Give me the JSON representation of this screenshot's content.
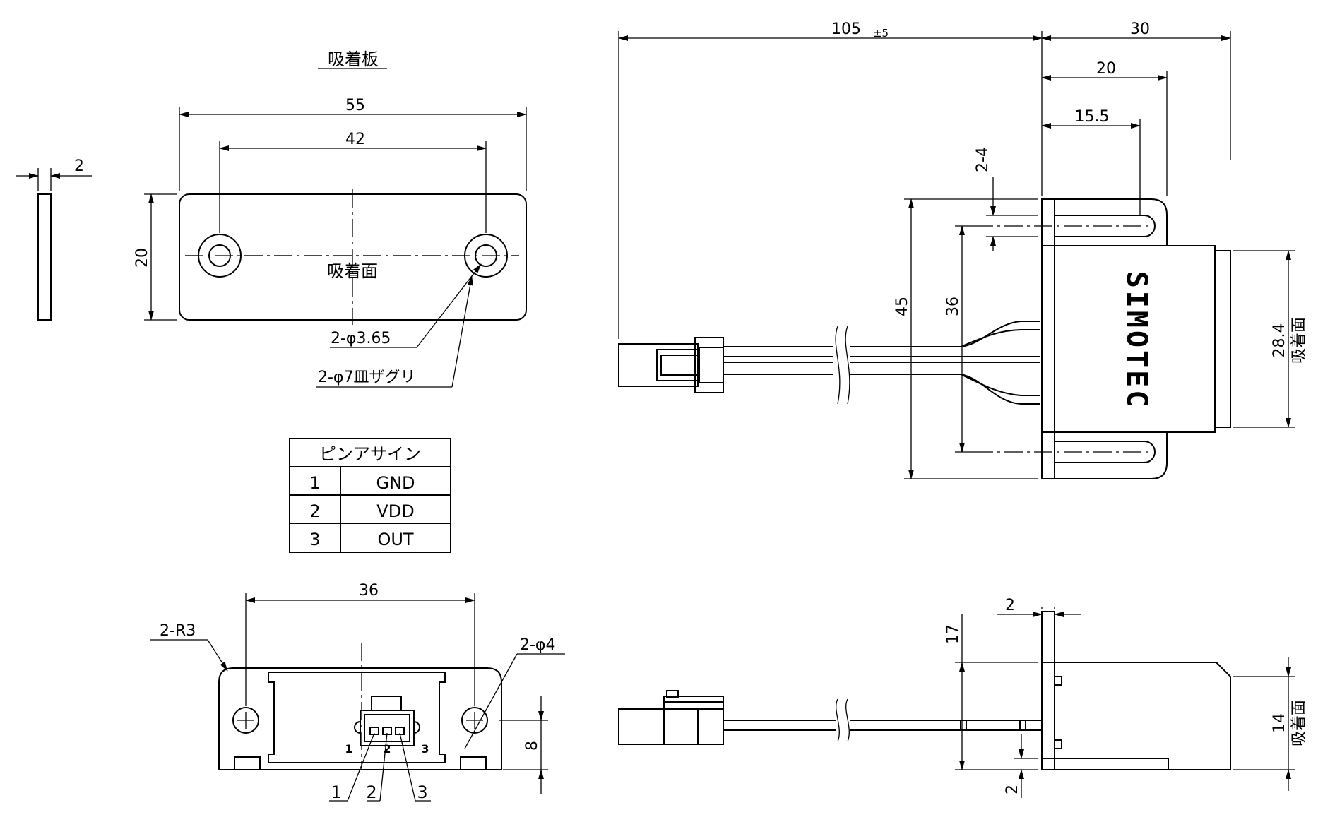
{
  "plate": {
    "title": "吸着板",
    "face_label": "吸着面",
    "dim_width": "55",
    "dim_hole_pitch": "42",
    "dim_height": "20",
    "dim_thickness": "2",
    "hole_note": "2-φ3.65",
    "countersink_note": "2-φ7皿ザグリ"
  },
  "pin_table": {
    "header": "ピンアサイン",
    "rows": [
      {
        "pin": "1",
        "signal": "GND"
      },
      {
        "pin": "2",
        "signal": "VDD"
      },
      {
        "pin": "3",
        "signal": "OUT"
      }
    ]
  },
  "top_view": {
    "dim_cable_length": "105",
    "dim_cable_tol": "±5",
    "dim_total_depth": "30",
    "dim_body_depth": "20",
    "dim_slot_pos": "15.5",
    "dim_slot": "2-4",
    "dim_overall_height": "45",
    "dim_slot_pitch": "36",
    "dim_face": "28.4",
    "face_label": "吸着面",
    "brand": "SIMOTEC"
  },
  "front_view": {
    "dim_hole_pitch": "36",
    "radius_note": "2-R3",
    "hole_note": "2-φ4",
    "dim_connector_height": "8",
    "pin_labels": [
      "1",
      "2",
      "3"
    ]
  },
  "side_view": {
    "dim_flange": "2",
    "dim_height": "17",
    "dim_face": "14",
    "dim_bottom": "2",
    "face_label": "吸着面"
  }
}
